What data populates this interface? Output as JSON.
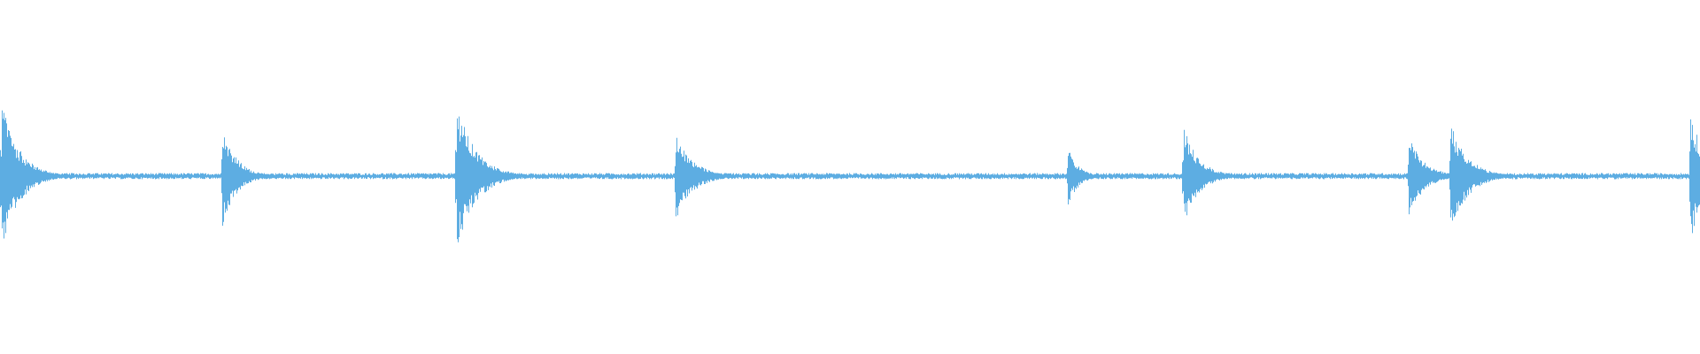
{
  "waveform": {
    "color": "#5dade2",
    "background": "#ffffff",
    "duration": 1.0,
    "baseline_amplitude": 0.035,
    "transients": [
      {
        "t": 0.0006,
        "peak_up": 0.88,
        "peak_down": 0.88,
        "decay": 0.01
      },
      {
        "t": 0.1305,
        "peak_up": 0.6,
        "peak_down": 0.6,
        "decay": 0.008
      },
      {
        "t": 0.2683,
        "peak_up": 0.85,
        "peak_down": 0.87,
        "decay": 0.011
      },
      {
        "t": 0.397,
        "peak_up": 0.5,
        "peak_down": 0.52,
        "decay": 0.01
      },
      {
        "t": 0.628,
        "peak_up": 0.33,
        "peak_down": 0.35,
        "decay": 0.006
      },
      {
        "t": 0.6959,
        "peak_up": 0.57,
        "peak_down": 0.57,
        "decay": 0.009
      },
      {
        "t": 0.8283,
        "peak_up": 0.47,
        "peak_down": 0.47,
        "decay": 0.009
      },
      {
        "t": 0.8529,
        "peak_up": 0.62,
        "peak_down": 0.65,
        "decay": 0.01
      },
      {
        "t": 0.994,
        "peak_up": 0.77,
        "peak_down": 0.77,
        "decay": 0.008
      }
    ]
  }
}
